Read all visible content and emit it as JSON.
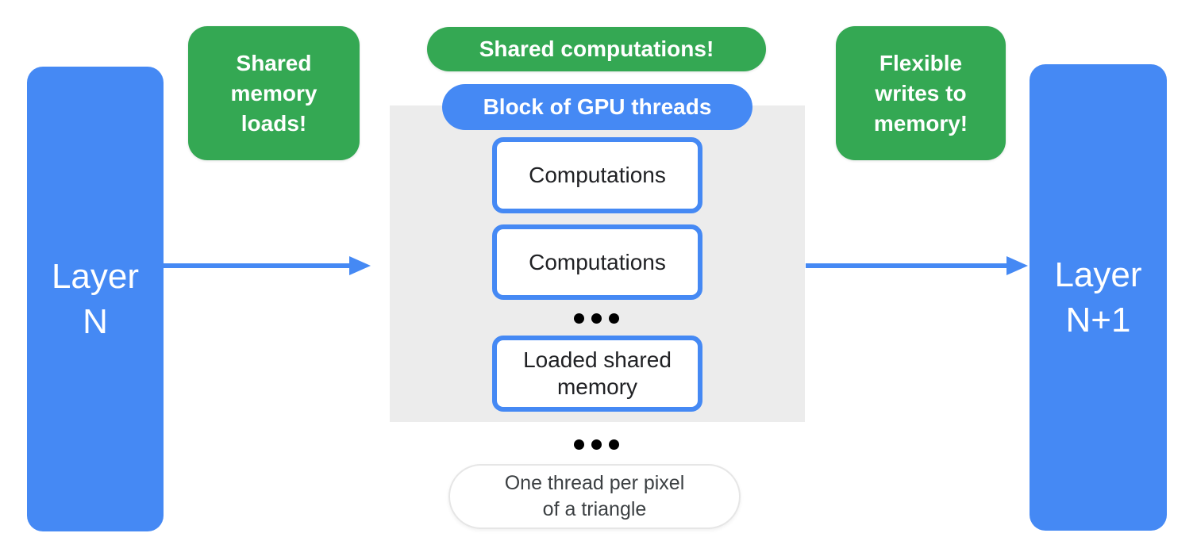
{
  "palette": {
    "blue": "#4589F4",
    "green": "#34A853",
    "gray_panel": "#ECECEC",
    "text_dark": "#202124",
    "note_border": "#E6E6E6"
  },
  "left_layer": {
    "line1": "Layer",
    "line2": "N"
  },
  "right_layer": {
    "line1": "Layer",
    "line2": "N+1"
  },
  "callouts": {
    "shared_memory_loads": {
      "line1": "Shared",
      "line2": "memory",
      "line3": "loads!"
    },
    "shared_computations": {
      "label": "Shared computations!"
    },
    "flexible_writes": {
      "line1": "Flexible",
      "line2": "writes to",
      "line3": "memory!"
    }
  },
  "gpu_block": {
    "header": "Block of GPU threads",
    "box1": "Computations",
    "box2": "Computations",
    "box3": "Loaded shared memory"
  },
  "bottom_note": {
    "line1": "One thread per pixel",
    "line2": "of a triangle"
  },
  "icons": {
    "ellipsis_between_boxes": "ellipsis-dots",
    "ellipsis_below_block": "ellipsis-dots"
  }
}
